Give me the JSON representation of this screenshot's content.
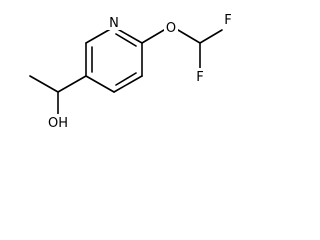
{
  "molecule": {
    "atoms": {
      "nitrogen": "N",
      "ether_oxygen": "O",
      "fluorine_top": "F",
      "fluorine_bottom": "F",
      "hydroxyl": "OH"
    }
  }
}
